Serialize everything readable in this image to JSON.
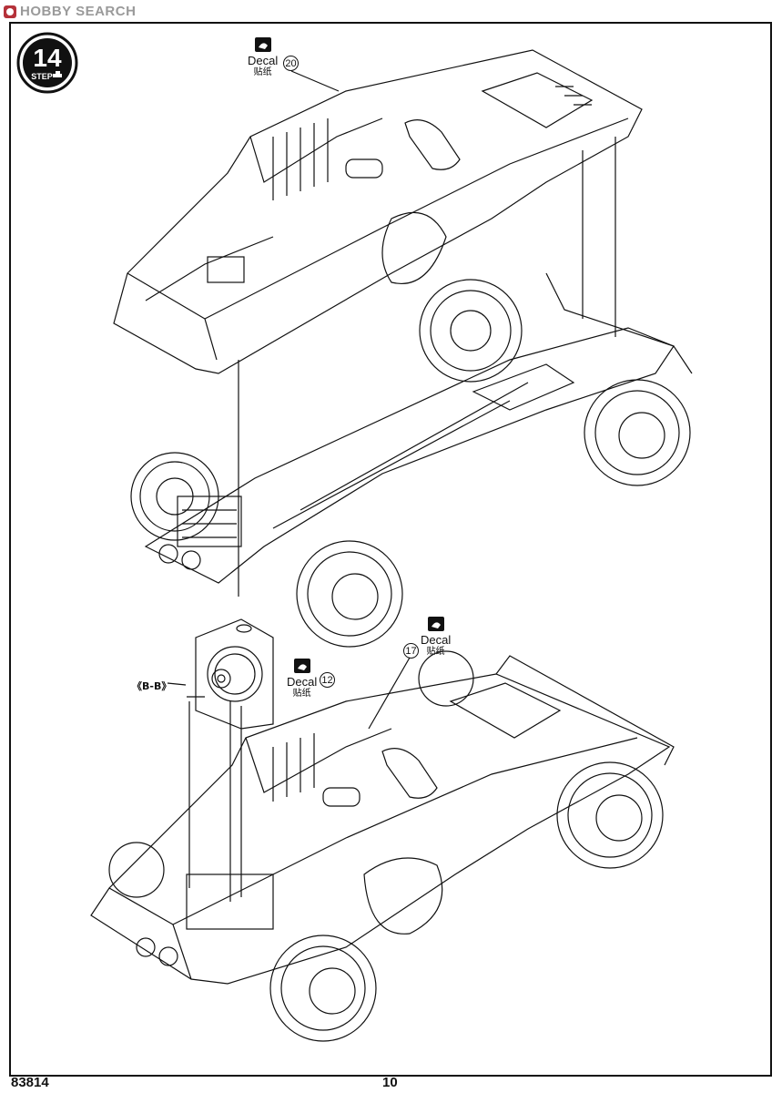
{
  "watermark": {
    "text": "HOBBY SEARCH"
  },
  "step": {
    "number": "14",
    "label": "STEP"
  },
  "decals": [
    {
      "id": "decal-20",
      "label": "Decal",
      "cn": "贴纸",
      "callout": "20"
    },
    {
      "id": "decal-17",
      "label": "Decal",
      "cn": "贴纸",
      "callout": "17"
    },
    {
      "id": "decal-12",
      "label": "Decal",
      "cn": "贴纸",
      "callout": "12"
    }
  ],
  "section_label": "《B-B》",
  "footer": {
    "code": "83814",
    "page_number": "10"
  }
}
